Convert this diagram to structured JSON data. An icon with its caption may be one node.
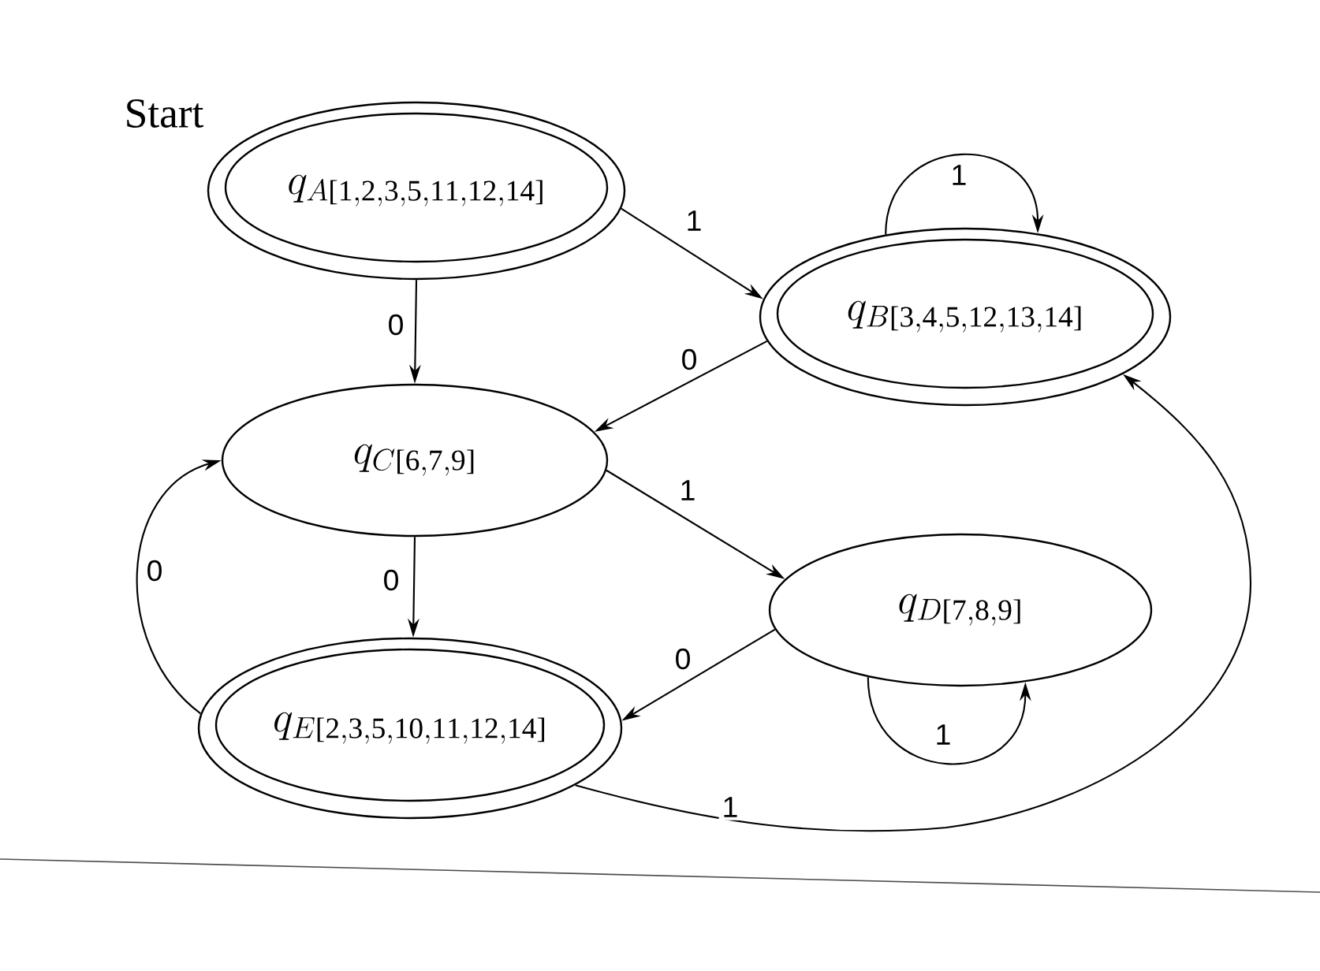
{
  "diagram": {
    "nodes": [
      {
        "text": [
          "q_{A[1, 2, 3, 5, 11, 12, 14]}"
        ],
        "beside": [
          "Start"
        ]
      },
      {
        "text": [
          "q_{B[3, 4, 5, 12, 13, 14]}"
        ]
      },
      {
        "text": [
          "q_{C[6, 7, 9]}"
        ]
      },
      {
        "text": [
          "q_{D[7, 8, 9]}"
        ]
      },
      {
        "text": [
          "q_{E[2, 3, 5, 10, 11, 12, 14]}"
        ]
      }
    ],
    "edges": [
      {
        "from": 0,
        "to": 1,
        "arrow": "to",
        "label": "1"
      },
      {
        "from": 0,
        "to": 2,
        "arrow": "to",
        "label": "0"
      },
      {
        "from": 1,
        "to": 1,
        "arrow": "to",
        "label": "1"
      },
      {
        "from": 1,
        "to": 2,
        "arrow": "to",
        "label": "0"
      },
      {
        "from": 2,
        "to": 3,
        "arrow": "to",
        "label": "1"
      },
      {
        "from": 2,
        "to": 4,
        "arrow": "to",
        "label": "0"
      },
      {
        "from": 3,
        "to": 4,
        "arrow": "to",
        "label": "0"
      },
      {
        "from": 3,
        "to": 3,
        "arrow": "to",
        "label": "1"
      },
      {
        "from": 4,
        "to": 2,
        "arrow": "to",
        "label": "0"
      },
      {
        "from": 4,
        "to": 1,
        "arrow": "to",
        "label": "1"
      }
    ]
  }
}
